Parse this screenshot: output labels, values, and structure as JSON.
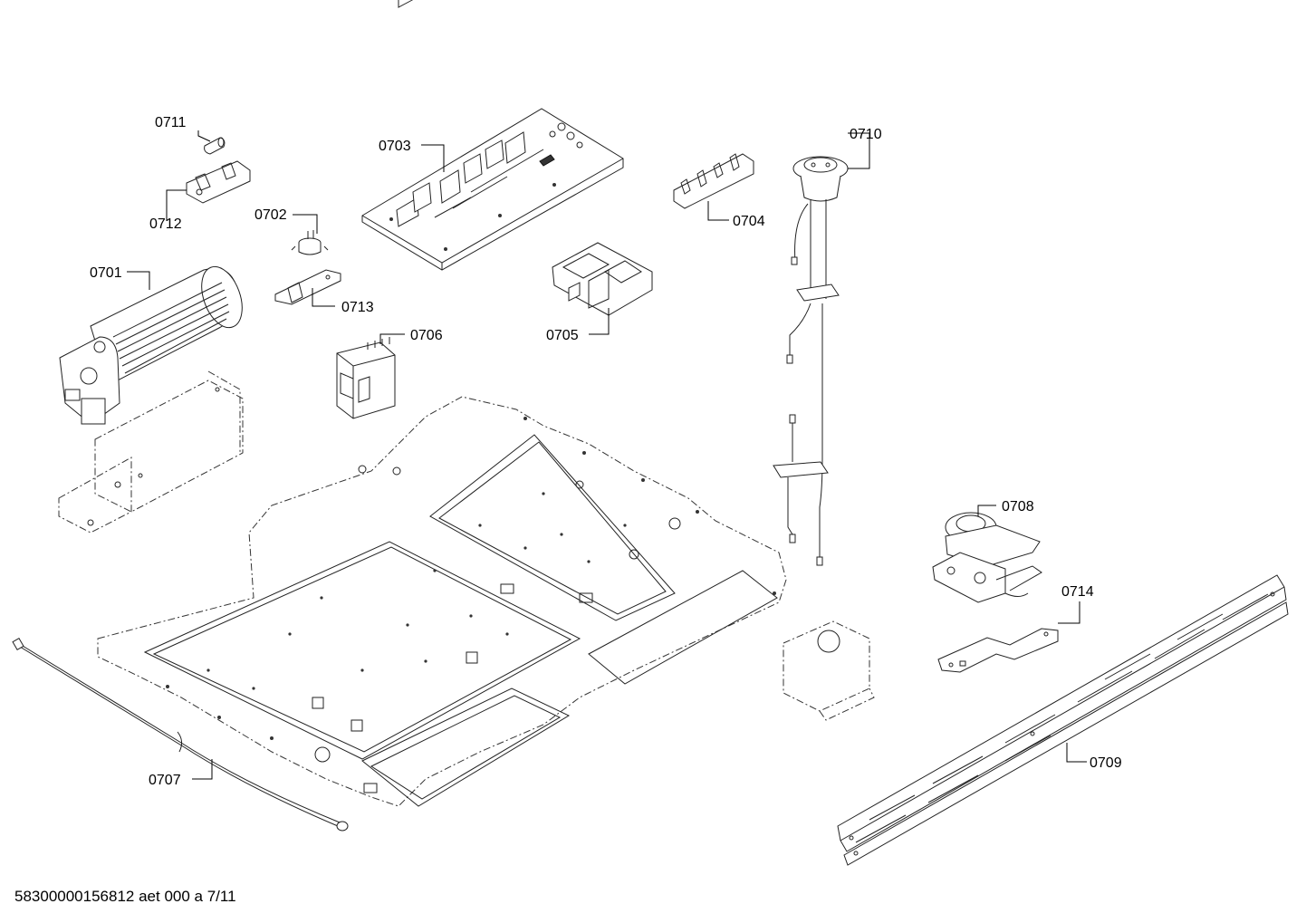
{
  "parts": {
    "p0701": "0701",
    "p0702": "0702",
    "p0703": "0703",
    "p0704": "0704",
    "p0705": "0705",
    "p0706": "0706",
    "p0707": "0707",
    "p0708": "0708",
    "p0709": "0709",
    "p0710": "0710",
    "p0711": "0711",
    "p0712": "0712",
    "p0713": "0713",
    "p0714": "0714"
  },
  "footer": "58300000156812 aet 000 a 7/11"
}
